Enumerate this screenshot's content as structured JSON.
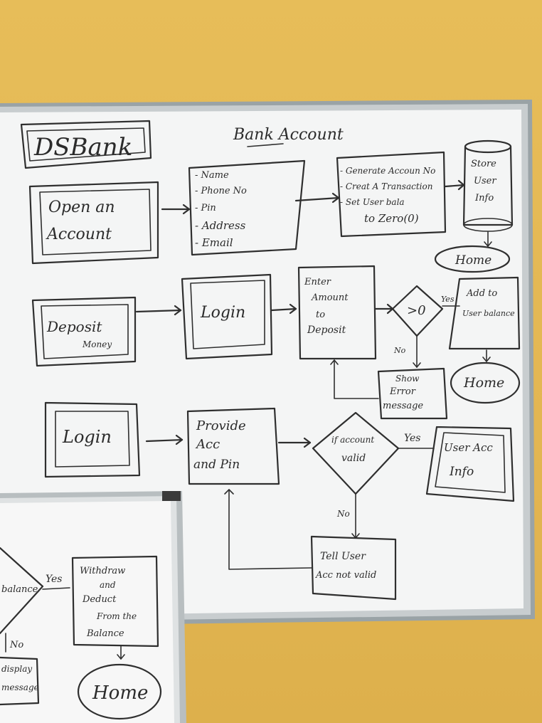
{
  "main_board": {
    "title": "Bank Account",
    "logo": "DSBank",
    "row1": {
      "open_account": [
        "Open an",
        "Account"
      ],
      "fields": [
        "- Name",
        "- Phone No",
        "- Pin",
        "- Address",
        "- Email"
      ],
      "process": [
        "- Generate Accoun No",
        "- Creat A Transaction",
        "- Set User bala",
        "to Zero(0)"
      ],
      "store": [
        "Store",
        "User",
        "Info"
      ],
      "home": "Home"
    },
    "row2": {
      "deposit": [
        "Deposit",
        "Money"
      ],
      "login": "Login",
      "enter_amount": [
        "Enter",
        "Amount",
        "to",
        "Deposit"
      ],
      "decision": ">0",
      "yes": "Yes",
      "no": "No",
      "add": [
        "Add to",
        "User balance"
      ],
      "home": "Home",
      "error": [
        "Show",
        "Error",
        "message"
      ]
    },
    "row3": {
      "login": "Login",
      "provide": [
        "Provide",
        "Acc",
        "and Pin"
      ],
      "decision": [
        "if account",
        "valid"
      ],
      "yes": "Yes",
      "no": "No",
      "info": [
        "User Acc",
        "Info"
      ],
      "tell": [
        "Tell User",
        "Acc not valid"
      ]
    }
  },
  "small_board": {
    "decision": "balance",
    "yes": "Yes",
    "no": "No",
    "withdraw": [
      "Withdraw",
      "and",
      "Deduct",
      "From the",
      "Balance"
    ],
    "display": [
      "display",
      "message"
    ],
    "home": "Home"
  }
}
